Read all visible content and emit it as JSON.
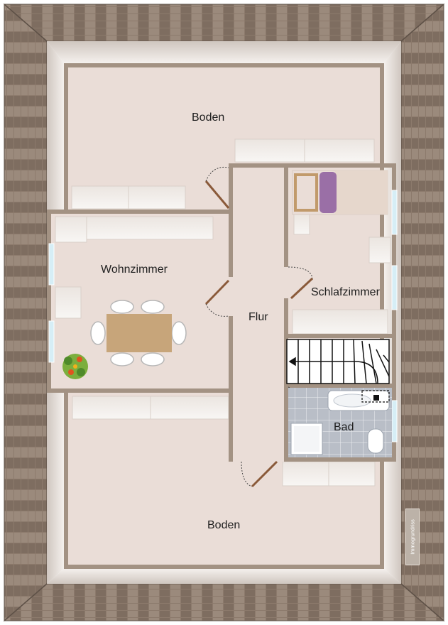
{
  "rooms": {
    "boden_top": "Boden",
    "wohnzimmer": "Wohnzimmer",
    "flur": "Flur",
    "schlafzimmer": "Schlafzimmer",
    "bad": "Bad",
    "boden_bottom": "Boden"
  },
  "watermark": "Immogrundriss",
  "colors": {
    "roof_tile": "#8c7a6c",
    "wall": "#a39283",
    "floor": "#eaddd7",
    "bath_tile": "#b9bec7",
    "bed_pillow": "#9a6fa6",
    "table": "#c7a57a"
  }
}
